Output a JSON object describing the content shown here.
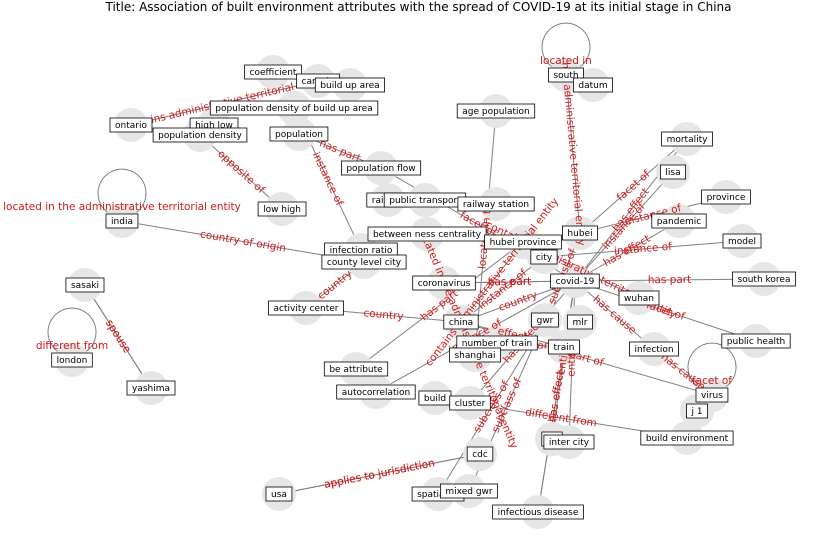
{
  "title": "Title: Association of built environment attributes with the spread of COVID-19 at its initial stage in China",
  "colors": {
    "edge": "#808080",
    "node_circle": "#e6e6e6",
    "node_box_fill": "#ffffff",
    "node_box_stroke": "#000000",
    "edge_label": "#d11a1a"
  },
  "nodes": [
    {
      "id": "coefficient",
      "label": "coefficient"
    },
    {
      "id": "canada",
      "label": "canada"
    },
    {
      "id": "build_up_area",
      "label": "build up area"
    },
    {
      "id": "pop_density_build",
      "label": "population density of build up area"
    },
    {
      "id": "ontario",
      "label": "ontario"
    },
    {
      "id": "high_low",
      "label": "high low"
    },
    {
      "id": "pop_density",
      "label": "population density"
    },
    {
      "id": "population",
      "label": "population"
    },
    {
      "id": "age_population",
      "label": "age population"
    },
    {
      "id": "south",
      "label": "south"
    },
    {
      "id": "datum",
      "label": "datum"
    },
    {
      "id": "mortality",
      "label": "mortality"
    },
    {
      "id": "lisa",
      "label": "lisa"
    },
    {
      "id": "province",
      "label": "province"
    },
    {
      "id": "population_flow",
      "label": "population flow"
    },
    {
      "id": "railway",
      "label": "railway"
    },
    {
      "id": "public_transport",
      "label": "public transport"
    },
    {
      "id": "railway_station",
      "label": "railway station"
    },
    {
      "id": "low_high",
      "label": "low high"
    },
    {
      "id": "india",
      "label": "india"
    },
    {
      "id": "between_ness",
      "label": "between ness centrality"
    },
    {
      "id": "hubei_province",
      "label": "hubei province"
    },
    {
      "id": "hubei",
      "label": "hubei"
    },
    {
      "id": "pandemic",
      "label": "pandemic"
    },
    {
      "id": "model",
      "label": "model"
    },
    {
      "id": "infection_ratio",
      "label": "infection ratio"
    },
    {
      "id": "county_level_city",
      "label": "county level city"
    },
    {
      "id": "city",
      "label": "city"
    },
    {
      "id": "south_korea",
      "label": "south korea"
    },
    {
      "id": "sasaki",
      "label": "sasaki"
    },
    {
      "id": "coronavirus",
      "label": "coronavirus"
    },
    {
      "id": "covid19",
      "label": "covid-19"
    },
    {
      "id": "wuhan",
      "label": "wuhan"
    },
    {
      "id": "activity_center",
      "label": "activity center"
    },
    {
      "id": "china",
      "label": "china"
    },
    {
      "id": "gwr",
      "label": "gwr"
    },
    {
      "id": "mlr",
      "label": "mlr"
    },
    {
      "id": "number_of_train",
      "label": "number of train"
    },
    {
      "id": "train",
      "label": "train"
    },
    {
      "id": "public_health",
      "label": "public health"
    },
    {
      "id": "london",
      "label": "london"
    },
    {
      "id": "shanghai",
      "label": "shanghai"
    },
    {
      "id": "infection",
      "label": "infection"
    },
    {
      "id": "be_attribute",
      "label": "be attribute"
    },
    {
      "id": "yashima",
      "label": "yashima"
    },
    {
      "id": "autocorrelation",
      "label": "autocorrelation"
    },
    {
      "id": "virus",
      "label": "virus"
    },
    {
      "id": "build",
      "label": "build"
    },
    {
      "id": "cluster",
      "label": "cluster"
    },
    {
      "id": "j1",
      "label": "j 1"
    },
    {
      "id": "build_environment",
      "label": "build environment"
    },
    {
      "id": "space",
      "label": "sp"
    },
    {
      "id": "inter_city",
      "label": "inter city"
    },
    {
      "id": "cdc",
      "label": "cdc"
    },
    {
      "id": "usa",
      "label": "usa"
    },
    {
      "id": "spatial_regression",
      "label": "spatial re"
    },
    {
      "id": "mixed_gwr",
      "label": "mixed gwr"
    },
    {
      "id": "infectious_disease",
      "label": "infectious disease"
    }
  ],
  "edges": [
    {
      "source": "pop_density",
      "target": "low_high",
      "label": "opposite of"
    },
    {
      "source": "population",
      "target": "population_flow",
      "label": "has part"
    },
    {
      "source": "pop_density_build",
      "target": "infection_ratio",
      "label": "instance of"
    },
    {
      "source": "china",
      "target": "hubei_province",
      "label": "contains administrative territorial entity"
    },
    {
      "source": "hubei_province",
      "target": "wuhan",
      "label": "contains administrative territorial entity"
    },
    {
      "source": "covid19",
      "target": "pandemic",
      "label": "has effect"
    },
    {
      "source": "covid19",
      "target": "mortality",
      "label": "has effect"
    },
    {
      "source": "covid19",
      "target": "lisa",
      "label": "instance of"
    },
    {
      "source": "covid19",
      "target": "infection",
      "label": "has cause"
    },
    {
      "source": "covid19",
      "target": "public_health",
      "label": "facet of"
    },
    {
      "source": "covid19",
      "target": "coronavirus",
      "label": "has part"
    },
    {
      "source": "coronavirus",
      "target": "covid19",
      "label": "has part"
    },
    {
      "source": "china",
      "target": "covid19",
      "label": "country"
    },
    {
      "source": "china",
      "target": "city",
      "label": "instance of"
    },
    {
      "source": "india",
      "target": "county_level_city",
      "label": "country of origin"
    },
    {
      "source": "sasaki",
      "target": "yashima",
      "label": "spouse"
    },
    {
      "source": "yashima",
      "target": "sasaki",
      "label": "spouse"
    },
    {
      "source": "railway",
      "target": "railway_station",
      "label": "has part"
    },
    {
      "source": "public_transport",
      "target": "railway",
      "label": "subclass of"
    },
    {
      "source": "train",
      "target": "number_of_train",
      "label": "has part"
    },
    {
      "source": "infection",
      "target": "virus",
      "label": "has cause"
    },
    {
      "source": "build",
      "target": "build_environment",
      "label": "different from"
    },
    {
      "source": "cdc",
      "target": "usa",
      "label": "applies to jurisdiction"
    },
    {
      "source": "usa",
      "target": "cdc",
      "label": "applies to jurisdiction"
    },
    {
      "source": "mixed_gwr",
      "target": "gwr",
      "label": "subclass of"
    },
    {
      "source": "gwr",
      "target": "spatial_regression",
      "label": "subclass of"
    },
    {
      "source": "infectious_disease",
      "target": "covid19",
      "label": "has effect"
    },
    {
      "source": "south",
      "target": "hubei",
      "label": "has administrative territorial entity"
    },
    {
      "source": "county_level_city",
      "target": "activity_center",
      "label": "country"
    },
    {
      "source": "shanghai",
      "target": "china",
      "label": "located in the administrative territorial entity"
    },
    {
      "source": "hubei",
      "target": "mortality",
      "label": "facet of"
    },
    {
      "source": "hubei",
      "target": "province",
      "label": "instance of"
    },
    {
      "source": "city",
      "target": "model",
      "label": "instance of"
    },
    {
      "source": "covid19",
      "target": "south_korea",
      "label": "has part"
    },
    {
      "source": "autocorrelation",
      "target": "covid19",
      "label": "instance of"
    },
    {
      "source": "be_attribute",
      "target": "hubei_province",
      "label": "has part"
    },
    {
      "source": "population_flow",
      "target": "covid19",
      "label": "facet of"
    },
    {
      "source": "age_population",
      "target": "shanghai",
      "label": "located in the"
    },
    {
      "source": "inter_city",
      "target": "covid19",
      "label": "entity"
    },
    {
      "source": "cluster",
      "target": "covid19",
      "label": "has effect"
    },
    {
      "source": "china",
      "target": "virus",
      "label": "part of"
    },
    {
      "source": "gwr",
      "target": "hubei",
      "label": "subclass of"
    },
    {
      "source": "canada",
      "target": "ontario",
      "label": "contains administrative territorial entity"
    },
    {
      "source": "covid19",
      "target": "infectious_disease",
      "label": "has effect"
    },
    {
      "source": "china",
      "target": "train",
      "label": "effect"
    },
    {
      "source": "space",
      "target": "covid19",
      "label": "entity"
    },
    {
      "source": "activity_center",
      "target": "china",
      "label": "country"
    },
    {
      "source": "london",
      "target": "london",
      "label": "different from"
    },
    {
      "source": "india",
      "target": "india",
      "label": "located in the administrative territorial entity"
    },
    {
      "source": "south",
      "target": "south",
      "label": "located in"
    },
    {
      "source": "virus",
      "target": "virus",
      "label": "facet of"
    }
  ]
}
